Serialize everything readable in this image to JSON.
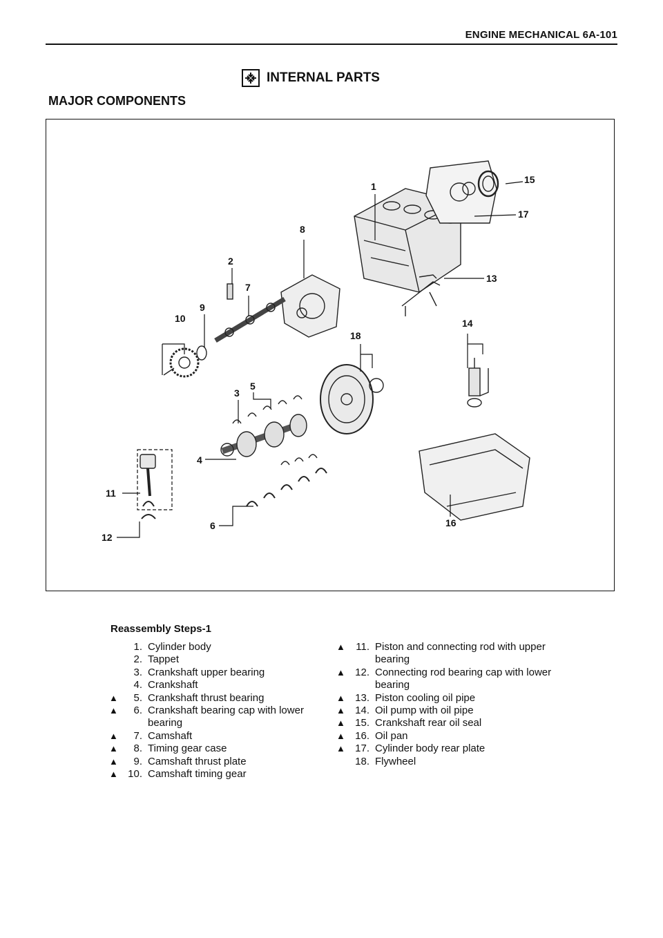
{
  "header": {
    "section": "ENGINE MECHANICAL 6A-101"
  },
  "title": {
    "section_title": "INTERNAL PARTS",
    "subtitle": "MAJOR COMPONENTS"
  },
  "figure": {
    "callouts": [
      "1",
      "2",
      "3",
      "4",
      "5",
      "6",
      "7",
      "8",
      "9",
      "10",
      "11",
      "12",
      "13",
      "14",
      "15",
      "16",
      "17",
      "18"
    ]
  },
  "steps": {
    "title": "Reassembly Steps-1",
    "mark_symbol": "▲",
    "left": [
      {
        "mark": "",
        "num": "1.",
        "text": "Cylinder body"
      },
      {
        "mark": "",
        "num": "2.",
        "text": "Tappet"
      },
      {
        "mark": "",
        "num": "3.",
        "text": "Crankshaft upper bearing"
      },
      {
        "mark": "",
        "num": "4.",
        "text": "Crankshaft"
      },
      {
        "mark": "▲",
        "num": "5.",
        "text": "Crankshaft thrust bearing"
      },
      {
        "mark": "▲",
        "num": "6.",
        "text": "Crankshaft bearing cap with lower bearing"
      },
      {
        "mark": "▲",
        "num": "7.",
        "text": "Camshaft"
      },
      {
        "mark": "▲",
        "num": "8.",
        "text": "Timing gear case"
      },
      {
        "mark": "▲",
        "num": "9.",
        "text": "Camshaft thrust plate"
      },
      {
        "mark": "▲",
        "num": "10.",
        "text": "Camshaft timing gear"
      }
    ],
    "right": [
      {
        "mark": "▲",
        "num": "11.",
        "text": "Piston and connecting rod with upper bearing"
      },
      {
        "mark": "▲",
        "num": "12.",
        "text": "Connecting rod bearing cap with lower bearing"
      },
      {
        "mark": "▲",
        "num": "13.",
        "text": "Piston cooling oil pipe"
      },
      {
        "mark": "▲",
        "num": "14.",
        "text": "Oil pump with oil pipe"
      },
      {
        "mark": "▲",
        "num": "15.",
        "text": "Crankshaft rear oil seal"
      },
      {
        "mark": "▲",
        "num": "16.",
        "text": "Oil pan"
      },
      {
        "mark": "▲",
        "num": "17.",
        "text": "Cylinder body rear plate"
      },
      {
        "mark": "",
        "num": "18.",
        "text": "Flywheel"
      }
    ]
  }
}
